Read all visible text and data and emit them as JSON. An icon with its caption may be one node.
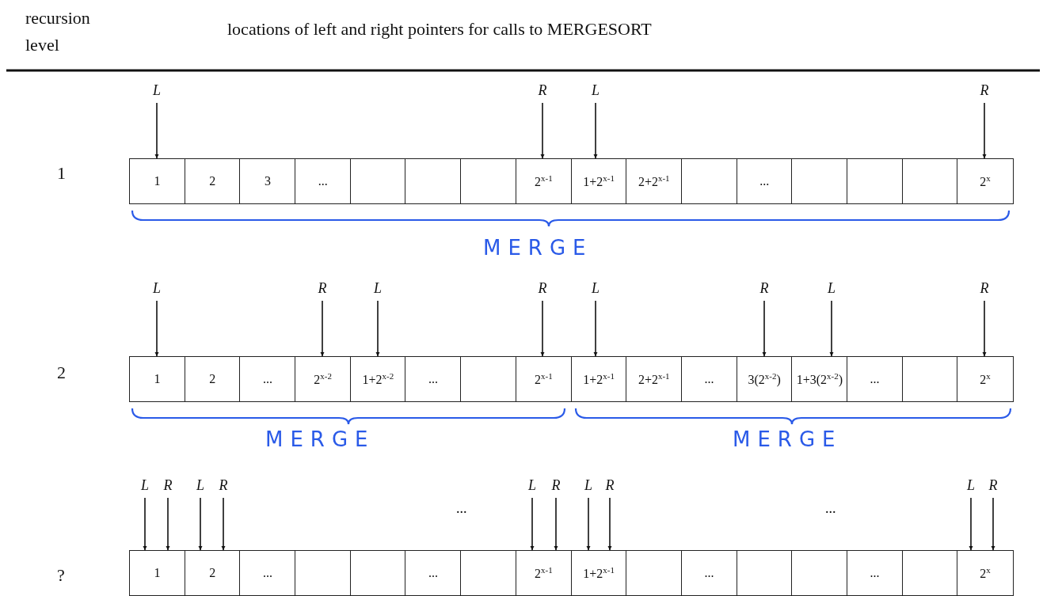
{
  "diagram": {
    "nodes": [
      {
        "text": [
          "L"
        ]
      },
      {
        "text": [
          "R"
        ]
      },
      {
        "text": [
          "L"
        ]
      },
      {
        "text": [
          "R"
        ]
      },
      {
        "text": [
          "1"
        ]
      },
      {
        "text": [
          "2"
        ]
      },
      {
        "text": [
          "3"
        ]
      },
      {
        "text": [
          "..."
        ]
      },
      {
        "text": [],
        "shape": "box"
      },
      {
        "text": [],
        "shape": "box"
      },
      {
        "text": [],
        "shape": "box"
      },
      {
        "text": [
          "2$^{x-1}$"
        ]
      },
      {
        "text": [
          "1+2$^{x-1}$"
        ]
      },
      {
        "text": [
          "2+2$^{x-1}$"
        ]
      },
      {
        "text": [],
        "shape": "box"
      },
      {
        "text": [
          "..."
        ]
      },
      {
        "text": [],
        "shape": "box"
      },
      {
        "text": [],
        "shape": "box"
      },
      {
        "text": [],
        "shape": "box"
      },
      {
        "text": [
          "2$^{x}$"
        ]
      },
      {
        "text": [
          "L"
        ]
      },
      {
        "text": [
          "R"
        ]
      },
      {
        "text": [
          "L"
        ]
      },
      {
        "text": [
          "R"
        ]
      },
      {
        "text": [
          "L"
        ]
      },
      {
        "text": [
          "R"
        ]
      },
      {
        "text": [
          "L"
        ]
      },
      {
        "text": [
          "R"
        ]
      },
      {
        "text": [
          "1"
        ]
      },
      {
        "text": [
          "2"
        ]
      },
      {
        "text": [
          "..."
        ]
      },
      {
        "text": [
          "2$^{x-2}$"
        ]
      },
      {
        "text": [
          "1+2$^{x-2}$"
        ]
      },
      {
        "text": [
          "..."
        ]
      },
      {
        "text": [],
        "shape": "box"
      },
      {
        "text": [
          "2$^{x-1}$"
        ]
      },
      {
        "text": [
          "1+2$^{x-1}$"
        ]
      },
      {
        "text": [
          "2+2$^{x-1}$"
        ]
      },
      {
        "text": [
          "..."
        ]
      },
      {
        "text": [
          "3(2$^{x-2}$)"
        ]
      },
      {
        "text": [
          "1+3(2$^{x-2}$)"
        ]
      },
      {
        "text": [
          "..."
        ]
      },
      {
        "text": [],
        "shape": "box"
      },
      {
        "text": [
          "2$^{x}$"
        ]
      },
      {
        "text": [
          "L"
        ]
      },
      {
        "text": [
          "R"
        ]
      },
      {
        "text": [
          "L"
        ]
      },
      {
        "text": [
          "R"
        ]
      },
      {
        "text": [
          "L"
        ]
      },
      {
        "text": [
          "R"
        ]
      },
      {
        "text": [
          "L"
        ]
      },
      {
        "text": [
          "R"
        ]
      },
      {
        "text": [
          "L"
        ]
      },
      {
        "text": [
          "R"
        ]
      },
      {
        "text": [
          "1"
        ]
      },
      {
        "text": [
          "2"
        ]
      },
      {
        "text": [
          "..."
        ]
      },
      {
        "text": [],
        "shape": "box"
      },
      {
        "text": [],
        "shape": "box"
      },
      {
        "text": [
          "..."
        ]
      },
      {
        "text": [],
        "shape": "box"
      },
      {
        "text": [
          "2$^{x-1}$"
        ]
      },
      {
        "text": [
          "1+2$^{x-1}$"
        ]
      },
      {
        "text": [],
        "shape": "box"
      },
      {
        "text": [
          "..."
        ]
      },
      {
        "text": [],
        "shape": "box"
      },
      {
        "text": [],
        "shape": "box"
      },
      {
        "text": [
          "..."
        ]
      },
      {
        "text": [],
        "shape": "box"
      },
      {
        "text": [
          "2$^{x}$"
        ]
      }
    ],
    "edges": [
      {
        "from": 0,
        "to": 4,
        "arrow": "to"
      },
      {
        "from": 1,
        "to": 11,
        "arrow": "to"
      },
      {
        "from": 2,
        "to": 12,
        "arrow": "to"
      },
      {
        "from": 3,
        "to": 19,
        "arrow": "to"
      },
      {
        "from": 20,
        "to": 28,
        "arrow": "to"
      },
      {
        "from": 21,
        "to": 31,
        "arrow": "to"
      },
      {
        "from": 22,
        "to": 32,
        "arrow": "to"
      },
      {
        "from": 23,
        "to": 35,
        "arrow": "to"
      },
      {
        "from": 24,
        "to": 36,
        "arrow": "to"
      },
      {
        "from": 25,
        "to": 39,
        "arrow": "to"
      },
      {
        "from": 26,
        "to": 40,
        "arrow": "to"
      },
      {
        "from": 27,
        "to": 43,
        "arrow": "to"
      },
      {
        "from": 44,
        "to": 54,
        "arrow": "to"
      },
      {
        "from": 45,
        "to": 54,
        "arrow": "to"
      },
      {
        "from": 46,
        "to": 55,
        "arrow": "to"
      },
      {
        "from": 47,
        "to": 55,
        "arrow": "to"
      },
      {
        "from": 48,
        "to": 61,
        "arrow": "to"
      },
      {
        "from": 49,
        "to": 61,
        "arrow": "to"
      },
      {
        "from": 50,
        "to": 62,
        "arrow": "to"
      },
      {
        "from": 51,
        "to": 62,
        "arrow": "to"
      },
      {
        "from": 52,
        "to": 69,
        "arrow": "to"
      },
      {
        "from": 53,
        "to": 69,
        "arrow": "to"
      }
    ],
    "labels": [
      "recursion level",
      "locations of left and right pointers for calls to MERGESORT",
      "1",
      "MERGE",
      "2",
      "MERGE",
      "MERGE",
      "...",
      "...",
      "?"
    ]
  }
}
